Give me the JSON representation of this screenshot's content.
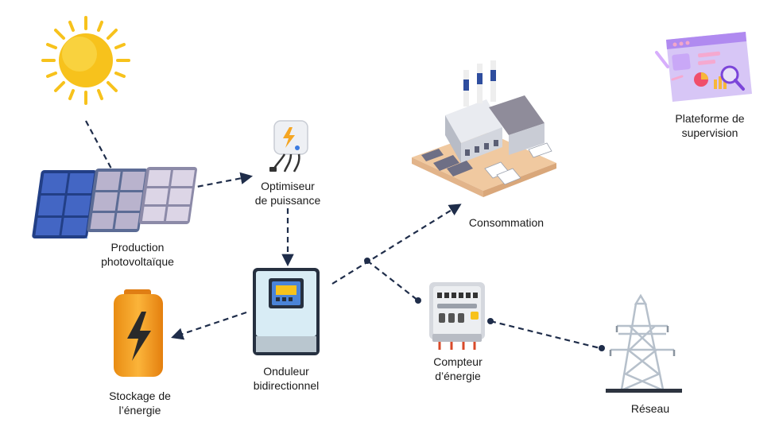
{
  "nodes": {
    "pv": {
      "line1": "Production",
      "line2": "photovoltaïque"
    },
    "optimizer": {
      "line1": "Optimiseur",
      "line2": "de puissance"
    },
    "consumption": {
      "line1": "Consommation"
    },
    "supervision": {
      "line1": "Plateforme de",
      "line2": "supervision"
    },
    "inverter": {
      "line1": "Onduleur",
      "line2": "bidirectionnel"
    },
    "storage": {
      "line1": "Stockage de",
      "line2": "l’énergie"
    },
    "meter": {
      "line1": "Compteur",
      "line2": "d’énergie"
    },
    "grid": {
      "line1": "Réseau"
    }
  },
  "icons": [
    "sun-icon",
    "solar-panel-icon",
    "optimizer-icon",
    "factory-icon",
    "dashboard-icon",
    "inverter-icon",
    "battery-icon",
    "meter-icon",
    "pylon-icon"
  ],
  "colors": {
    "arrow": "#1f2d4a",
    "sun": "#f7c21c",
    "panel": "#2b4fa0",
    "battery": "#f5a623",
    "dashboard": "#b99cf2",
    "pylon": "#b9c2cc"
  }
}
